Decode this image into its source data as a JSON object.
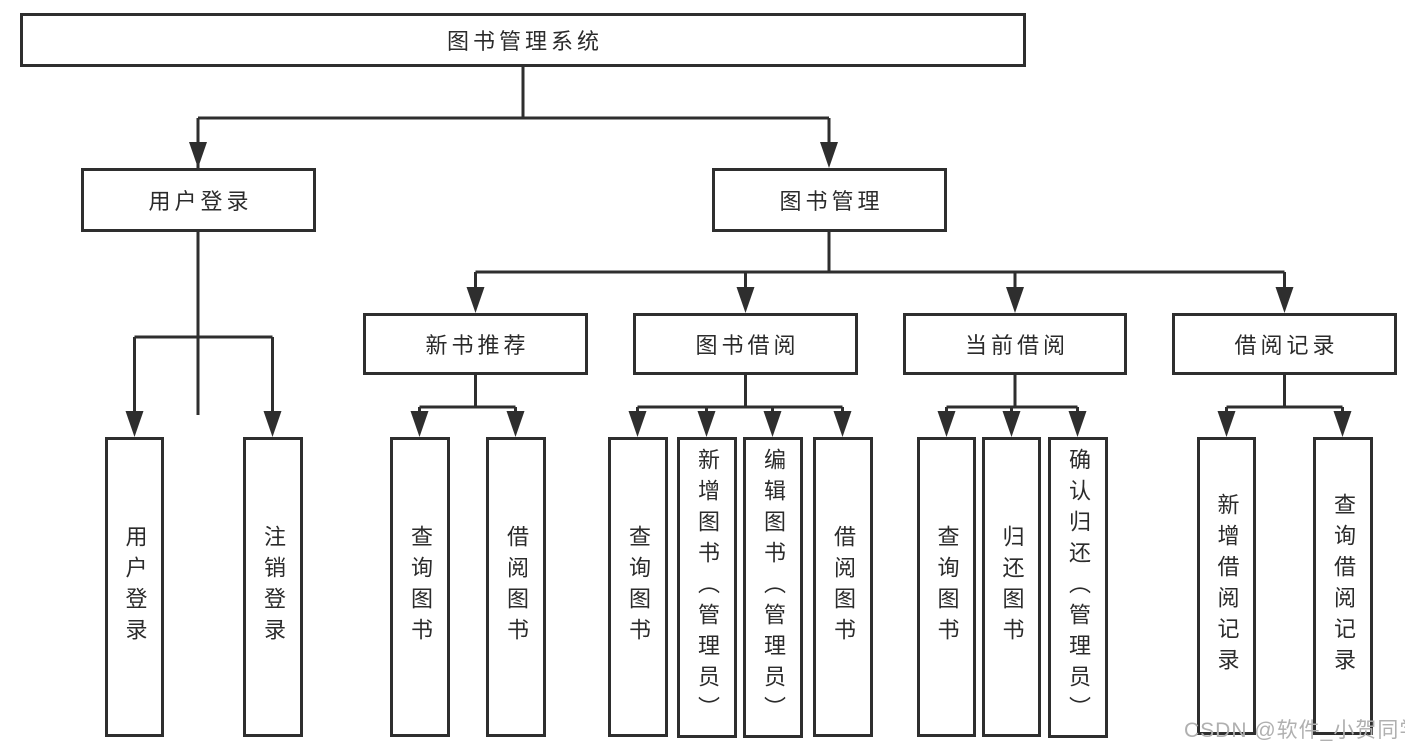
{
  "colors": {
    "line": "#2e2e2e",
    "text": "#2b2b2b",
    "watermark": "#b0b0b0",
    "background": "#ffffff"
  },
  "watermark": "CSDN @软件_小贺同学",
  "tree": {
    "label": "图书管理系统",
    "children": [
      {
        "label": "用户登录",
        "children": [
          {
            "label": "用户登录"
          },
          {
            "label": "注销登录"
          }
        ]
      },
      {
        "label": "图书管理",
        "children": [
          {
            "label": "新书推荐",
            "children": [
              {
                "label": "查询图书"
              },
              {
                "label": "借阅图书"
              }
            ]
          },
          {
            "label": "图书借阅",
            "children": [
              {
                "label": "查询图书"
              },
              {
                "label": "新增图书（管理员）"
              },
              {
                "label": "编辑图书（管理员）"
              },
              {
                "label": "借阅图书"
              }
            ]
          },
          {
            "label": "当前借阅",
            "children": [
              {
                "label": "查询图书"
              },
              {
                "label": "归还图书"
              },
              {
                "label": "确认归还（管理员）"
              }
            ]
          },
          {
            "label": "借阅记录",
            "children": [
              {
                "label": "新增借阅记录"
              },
              {
                "label": "查询借阅记录"
              }
            ]
          }
        ]
      }
    ]
  }
}
